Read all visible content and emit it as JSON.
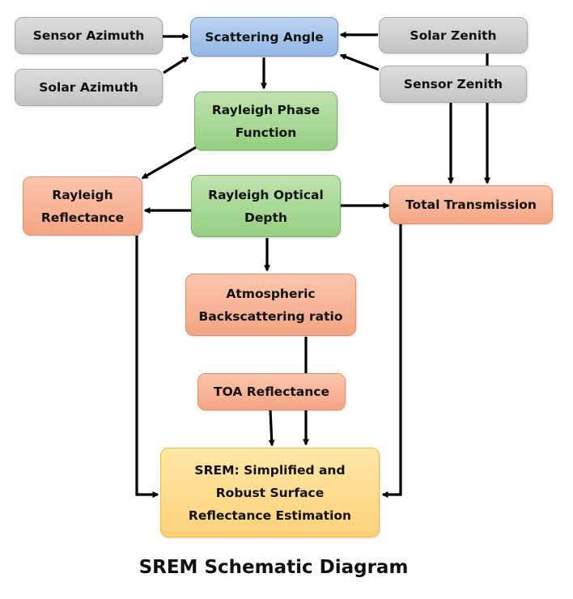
{
  "nodes": {
    "sensor_azimuth": "Sensor Azimuth",
    "solar_azimuth": "Solar Azimuth",
    "scattering_angle": "Scattering Angle",
    "solar_zenith": "Solar Zenith",
    "sensor_zenith": "Sensor Zenith",
    "rayleigh_phase_function": "Rayleigh Phase\nFunction",
    "rayleigh_reflectance": "Rayleigh\nReflectance",
    "rayleigh_optical_depth": "Rayleigh Optical\nDepth",
    "total_transmission": "Total Transmission",
    "atmospheric_backscattering_ratio": "Atmospheric\nBackscattering ratio",
    "toa_reflectance": "TOA Reflectance",
    "srem": "SREM: Simplified and\nRobust Surface\nReflectance Estimation"
  },
  "title": "SREM Schematic Diagram",
  "colors": {
    "input_gray": "#c8c8c8",
    "scattering_blue": "#9dbde6",
    "green": "#a3d690",
    "orange": "#f6ae8f",
    "gold": "#fdd680",
    "arrow": "#000000"
  }
}
